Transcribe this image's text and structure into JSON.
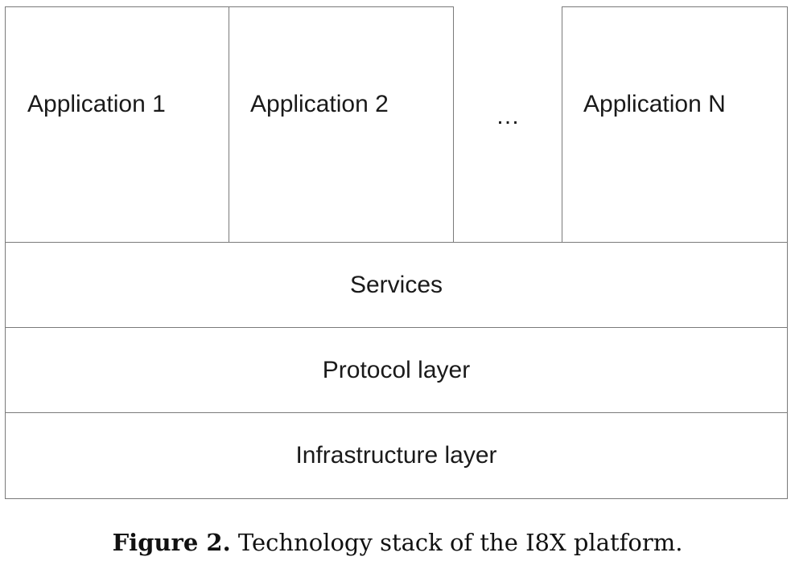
{
  "diagram": {
    "applications": [
      {
        "label": "Application 1"
      },
      {
        "label": "Application 2"
      },
      {
        "label": "Application N"
      }
    ],
    "ellipsis": "…",
    "layers": [
      {
        "label": "Services"
      },
      {
        "label": "Protocol layer"
      },
      {
        "label": "Infrastructure layer"
      }
    ]
  },
  "caption": {
    "label": "Figure 2.",
    "text": "Technology stack of the I8X platform."
  }
}
